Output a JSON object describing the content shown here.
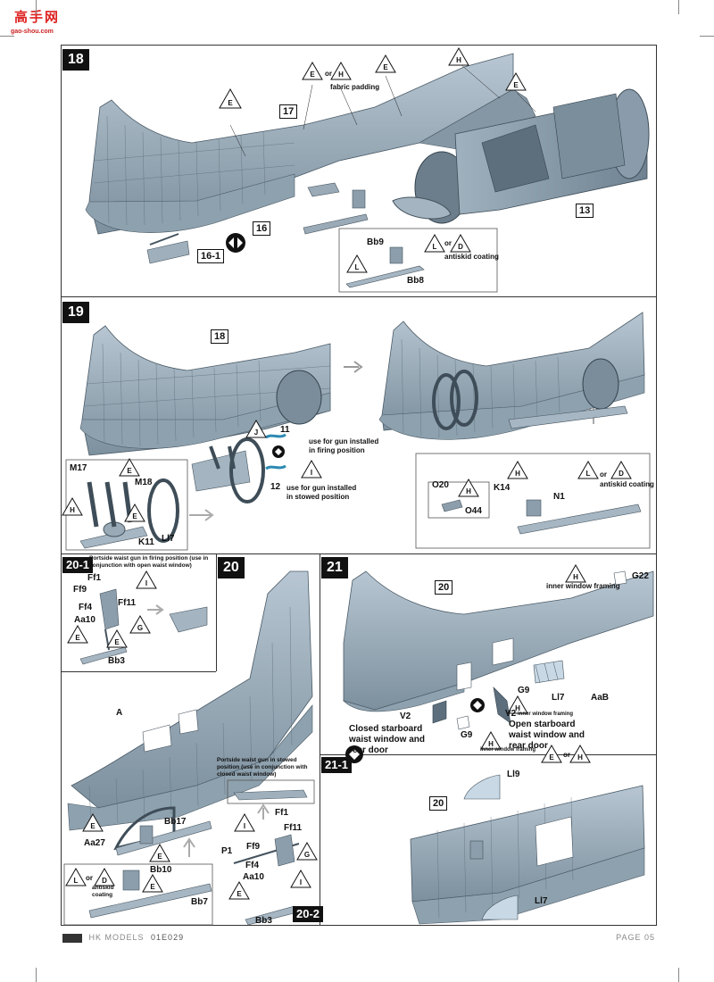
{
  "watermark": {
    "site_name": "高手网",
    "url": "gao-shou.com"
  },
  "steps": {
    "s18": {
      "number": "18",
      "refs": [
        "17",
        "16",
        "16-1",
        "13"
      ],
      "notes": {
        "fabric": "fabric padding",
        "antiskid": "antiskid coating",
        "or": "or"
      },
      "parts": [
        "Bb9",
        "Bb8"
      ],
      "callouts": [
        "E",
        "H",
        "E",
        "H",
        "E",
        "E",
        "L",
        "D",
        "L"
      ]
    },
    "s19": {
      "number": "19",
      "ref": "18",
      "gun_firing": "use for gun installed in firing position",
      "gun_stowed": "use for gun installed in stowed position",
      "parts": {
        "p11": "11",
        "p12": "12",
        "m17": "M17",
        "m18": "M18",
        "ll7": "Ll7",
        "k11": "K11",
        "o20": "O20",
        "o44": "O44",
        "k14": "K14",
        "n1": "N1"
      },
      "antiskid": "antiskid coating",
      "or": "or",
      "callouts": [
        "J",
        "I",
        "E",
        "H",
        "E",
        "L",
        "D",
        "H",
        "H"
      ]
    },
    "s20_1": {
      "number": "20-1",
      "title": "Portside waist gun in firing position (use in conjunction with open waist window)",
      "parts": [
        "Ff1",
        "Ff9",
        "Ff4",
        "Ff11",
        "Aa10",
        "Bb3"
      ]
    },
    "s20": {
      "number": "20",
      "part_a": "A",
      "parts": [
        "Bb17",
        "Aa27",
        "Bb10",
        "Bb7"
      ],
      "antiskid": "antiskid coating",
      "or": "or"
    },
    "s20_2": {
      "number": "20-2",
      "title": "Portside waist gun in stowed position (use in conjunction with closed waist window)",
      "parts": [
        "Ff1",
        "Ff11",
        "P1",
        "Ff9",
        "Ff4",
        "Aa10",
        "Bb3"
      ]
    },
    "s21": {
      "number": "21",
      "ref": "20",
      "inner_framing": "inner window framing",
      "closed_caption": "Closed starboard waist window and rear door",
      "open_caption": "Open starboard waist window and rear door",
      "parts": [
        "G22",
        "G9",
        "Ll7",
        "AaB",
        "V2",
        "V2",
        "G9"
      ],
      "or": "or"
    },
    "s21_1": {
      "number": "21-1",
      "ref": "20",
      "parts": [
        "Ll9",
        "Ll7"
      ]
    }
  },
  "footer": {
    "brand": "HK MODELS",
    "code": "01E029",
    "page": "PAGE 05"
  }
}
